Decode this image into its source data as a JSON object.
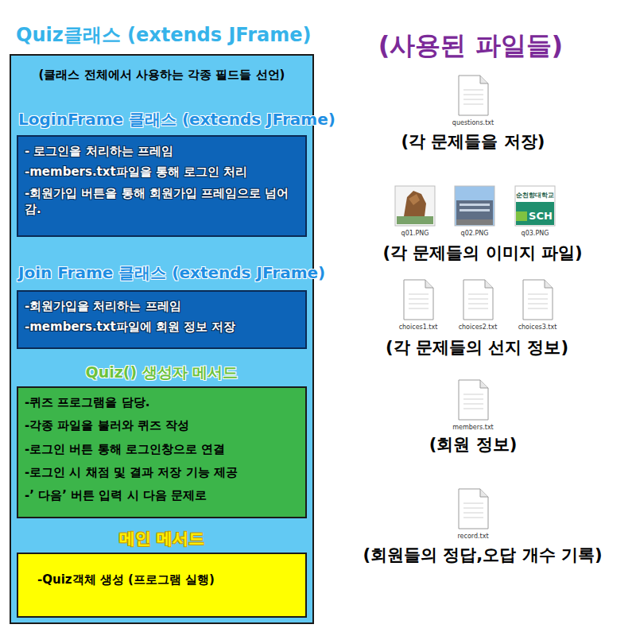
{
  "diagram": {
    "nodes": [
      {
        "text": [
          "Quiz클래스 (extends JFrame)",
          "(클래스 전체에서 사용하는 각종 필드들 선언)"
        ]
      },
      {
        "text": [
          "LoginFrame 클래스 (extends JFrame)",
          "- 로그인을 처리하는 프레임",
          "-members.txt파일을 통해 로그인 처리",
          "-회원가입 버튼을 통해 회원가입 프레임으로 넘어감."
        ],
        "in": 0
      },
      {
        "text": [
          "Join Frame 클래스 (extends JFrame)",
          "-회원가입을 처리하는 프레임",
          "-members.txt파일에 회원 정보 저장"
        ],
        "in": 0
      },
      {
        "text": [
          "Quiz() 생성자 메서드",
          "-퀴즈 프로그램을 담당.",
          "-각종 파일을 불러와 퀴즈 작성",
          "-로그인 버튼 통해 로그인창으로 연결",
          "-로그인 시 채점 및 결과 저장 기능 제공",
          "-’ 다음’ 버튼 입력 시 다음 문제로"
        ],
        "in": 0
      },
      {
        "text": [
          "메인 메서드",
          "-Quiz객체 생성 (프로그램 실행)"
        ],
        "in": 0
      }
    ],
    "labels": [
      "(사용된 파일들)",
      "questions.txt",
      "(각 문제들을 저장)",
      "q01.PNG",
      "q02.PNG",
      "q03.PNG",
      "(각 문제들의 이미지 파일)",
      "choices1.txt",
      "choices2.txt",
      "choices3.txt",
      "(각 문제들의 선지 정보)",
      "members.txt",
      "(회원 정보)",
      "record.txt",
      "(회원들의 정답,오답 개수 기록)",
      "순천향대학교",
      "SCH"
    ]
  }
}
